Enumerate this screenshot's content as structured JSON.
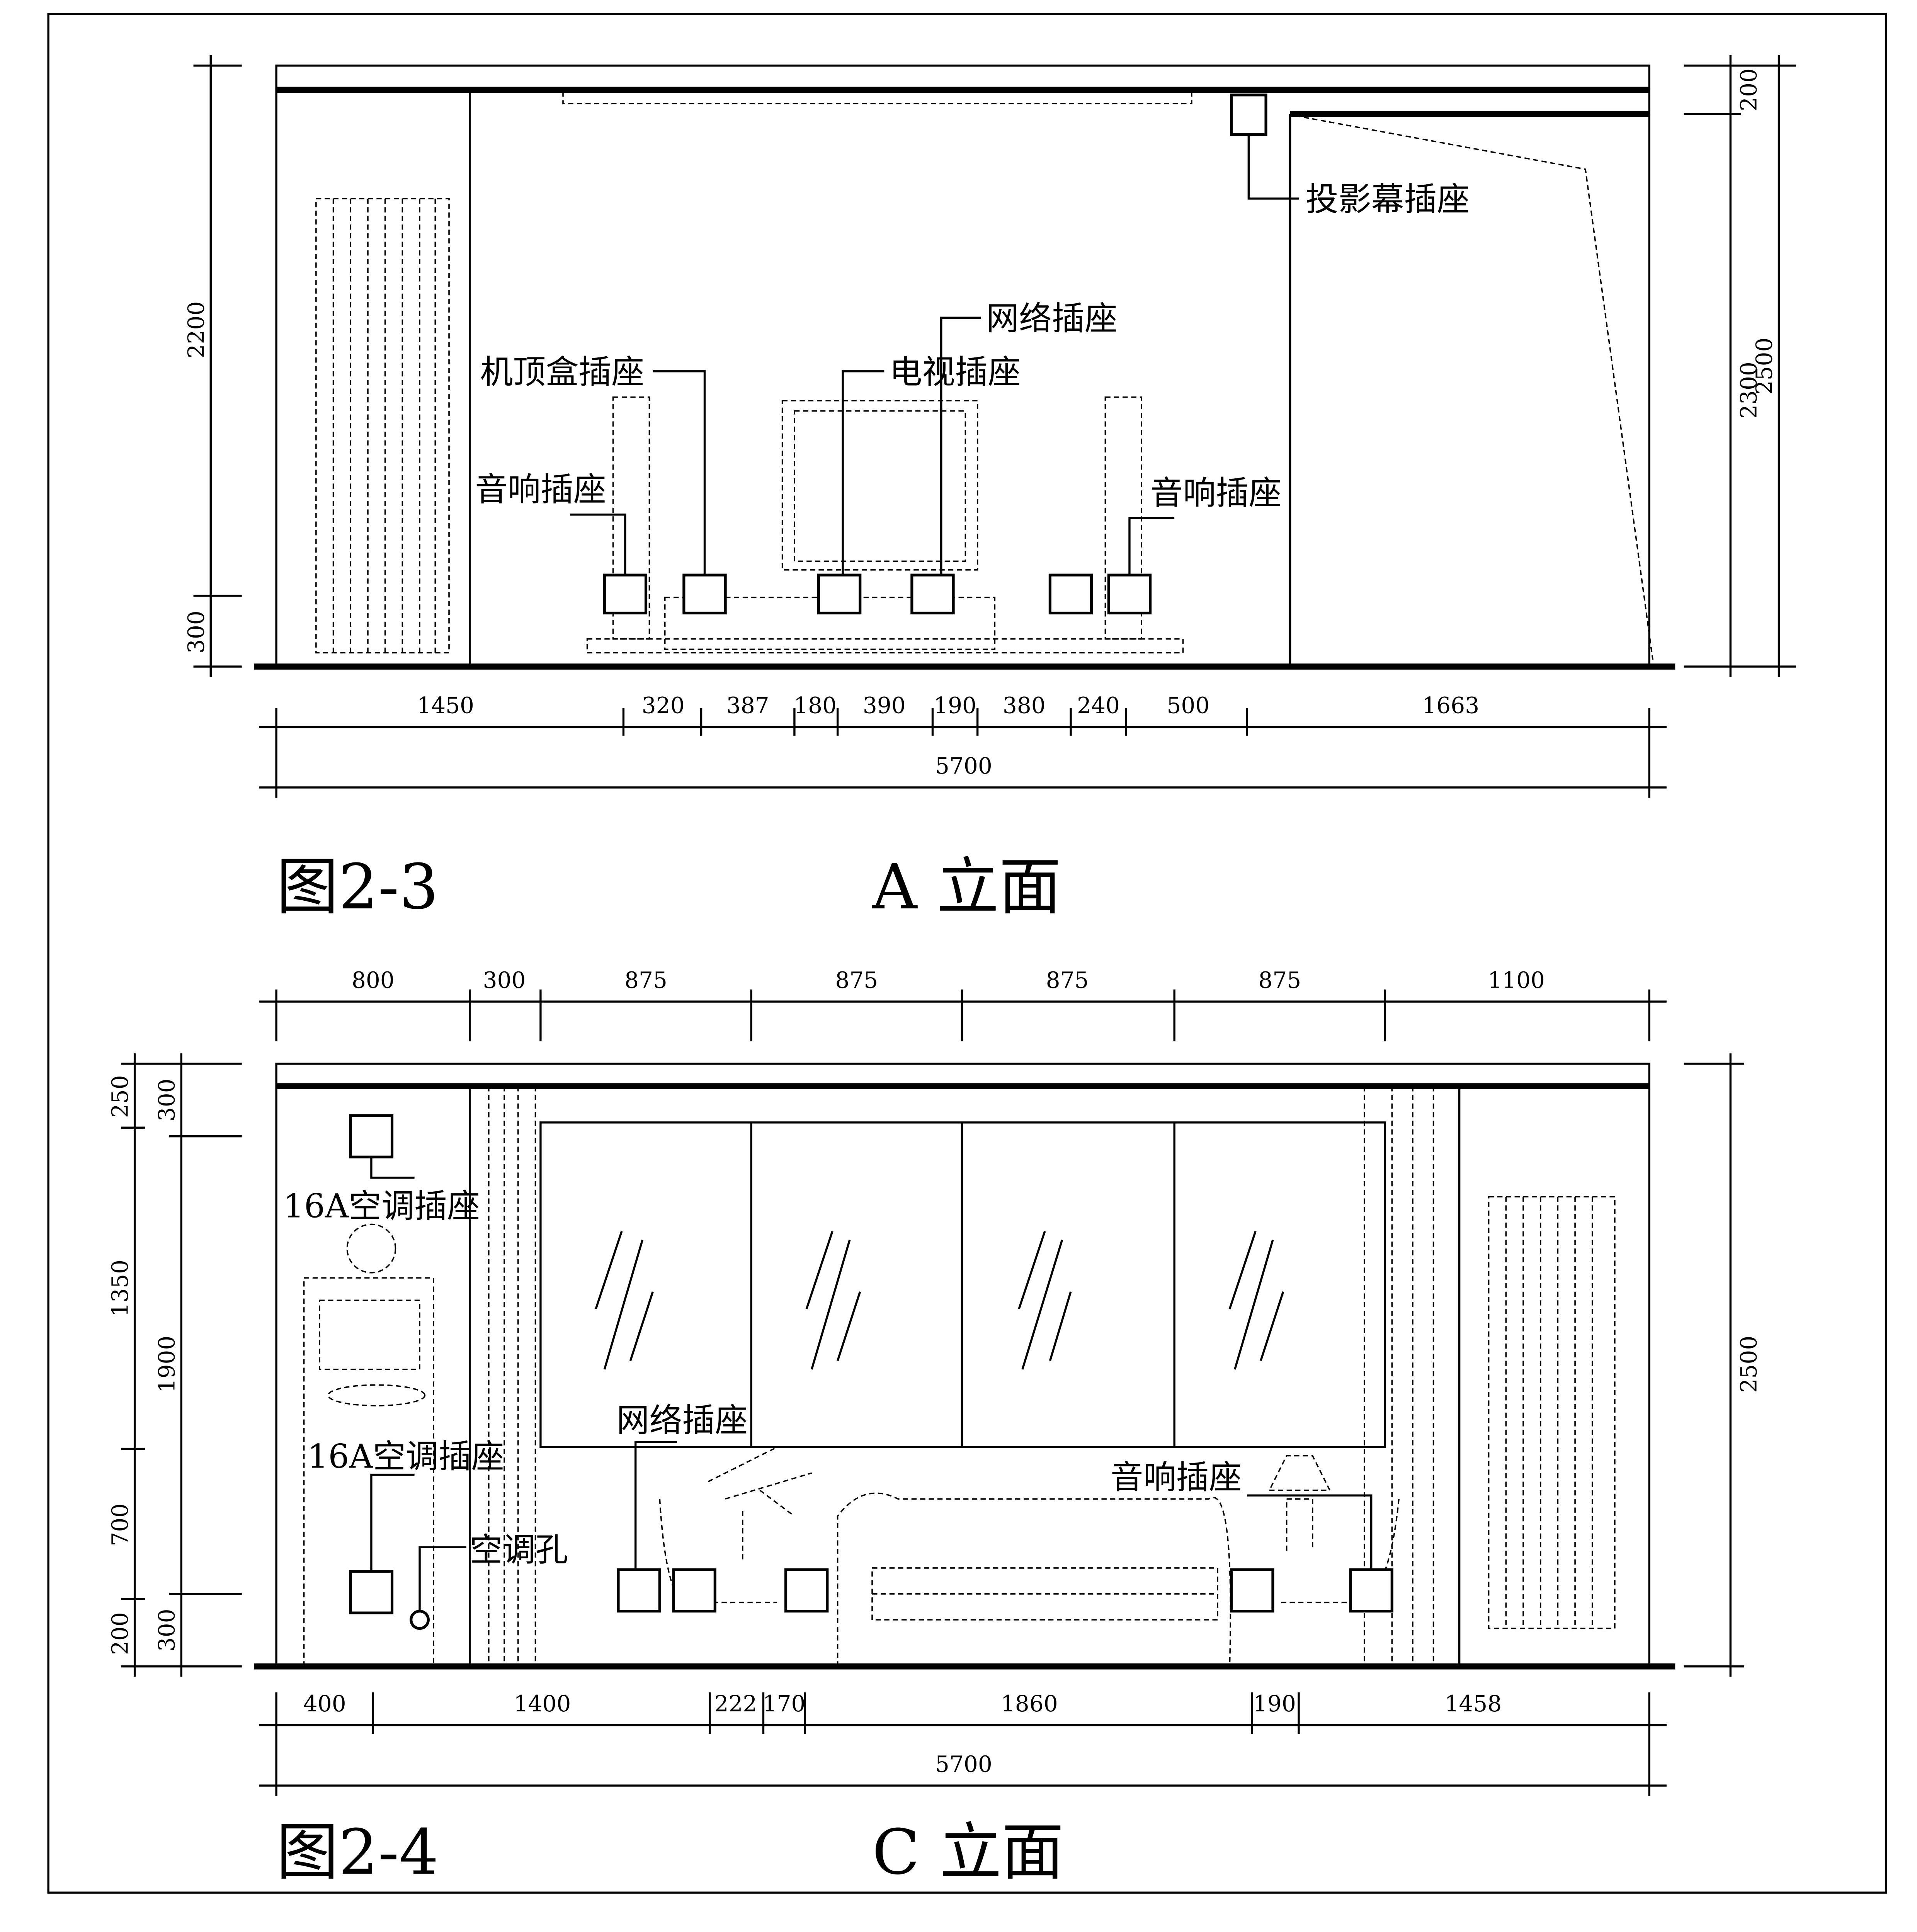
{
  "figure_a": {
    "caption": "图2-3",
    "title": "A 立面",
    "labels": {
      "projector": "投影幕插座",
      "network": "网络插座",
      "stb": "机顶盒插座",
      "tv": "电视插座",
      "audio_left": "音响插座",
      "audio_right": "音响插座"
    },
    "bottom_dims": [
      "1450",
      "320",
      "387",
      "180",
      "390",
      "190",
      "380",
      "240",
      "500",
      "1663"
    ],
    "total": "5700",
    "left_dims": [
      "2200",
      "300"
    ],
    "right_dims": [
      "200",
      "2300"
    ],
    "right_total": "2500"
  },
  "figure_c": {
    "caption": "图2-4",
    "title": "C 立面",
    "labels": {
      "ac_top": "16A空调插座",
      "ac_bottom": "16A空调插座",
      "ac_hole": "空调孔",
      "network": "网络插座",
      "audio": "音响插座"
    },
    "top_dims": [
      "800",
      "300",
      "875",
      "875",
      "875",
      "875",
      "1100"
    ],
    "bottom_dims": [
      "400",
      "1400",
      "222",
      "170",
      "1860",
      "190",
      "1458"
    ],
    "total": "5700",
    "left_outer_dims": [
      "250",
      "1350",
      "700",
      "200"
    ],
    "left_inner_dims": [
      "300",
      "1900",
      "300"
    ],
    "right_total": "2500"
  }
}
